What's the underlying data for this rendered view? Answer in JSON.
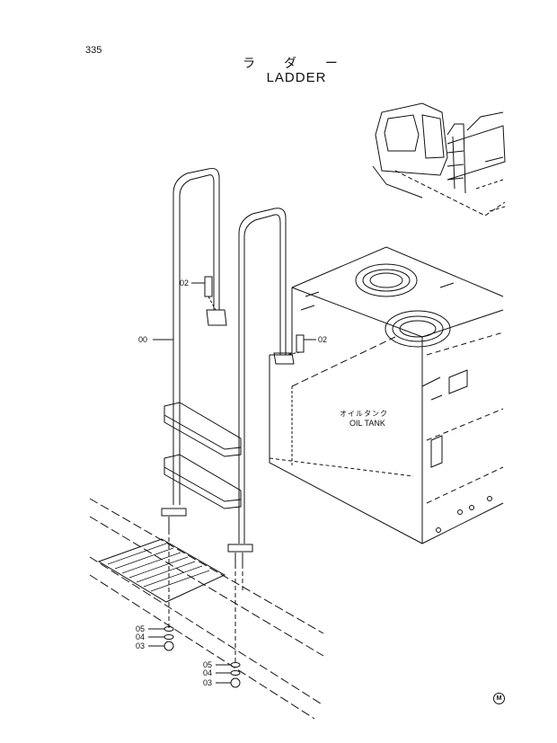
{
  "page": {
    "number": "335"
  },
  "title": {
    "japanese": "ラ ダ ー",
    "english": "LADDER"
  },
  "callouts": {
    "ladder": "00",
    "bolt_upper": "02",
    "bolt_lower": "02",
    "left": {
      "washer": "05",
      "lock_washer": "04",
      "nut": "03"
    },
    "right": {
      "washer": "05",
      "lock_washer": "04",
      "nut": "03"
    }
  },
  "oil_tank": {
    "japanese": "オイルタンク",
    "english": "OIL TANK"
  },
  "corner_mark": "M",
  "colors": {
    "ink": "#111111",
    "paper": "#ffffff"
  }
}
